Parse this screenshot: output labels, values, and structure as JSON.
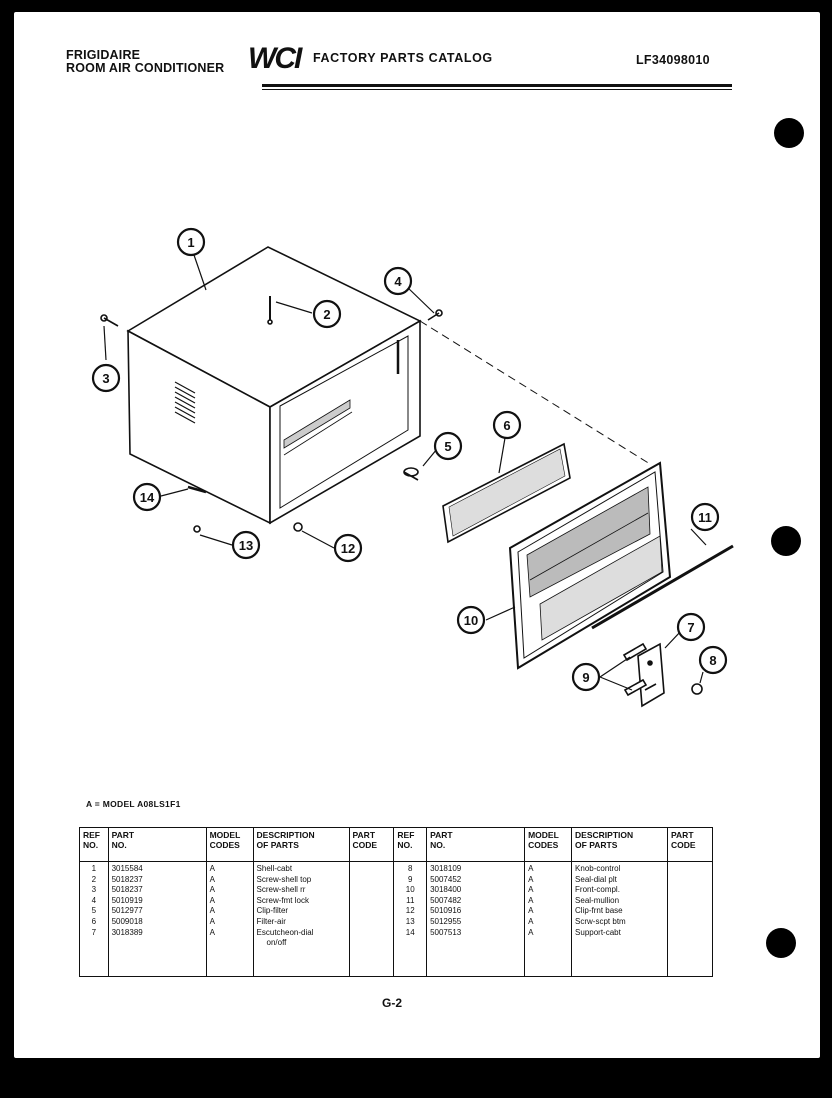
{
  "header": {
    "brand": "FRIGIDAIRE",
    "product": "ROOM AIR CONDITIONER",
    "logo": "WCI",
    "catalog_title": "FACTORY PARTS CATALOG",
    "catalog_number": "LF34098010"
  },
  "diagram": {
    "callouts": [
      "1",
      "2",
      "3",
      "4",
      "5",
      "6",
      "7",
      "8",
      "9",
      "10",
      "11",
      "12",
      "13",
      "14"
    ]
  },
  "legend": "A = MODEL A08LS1F1",
  "table": {
    "headers": {
      "ref": "REF\nNO.",
      "part": "PART\nNO.",
      "model": "MODEL\nCODES",
      "desc": "DESCRIPTION\nOF PARTS",
      "code": "PART\nCODE"
    },
    "left_rows": [
      {
        "ref": "1",
        "part": "3015584",
        "model": "A",
        "desc": "Shell-cabt"
      },
      {
        "ref": "2",
        "part": "5018237",
        "model": "A",
        "desc": "Screw-shell top"
      },
      {
        "ref": "3",
        "part": "5018237",
        "model": "A",
        "desc": "Screw-shell rr"
      },
      {
        "ref": "4",
        "part": "5010919",
        "model": "A",
        "desc": "Screw-fmt lock"
      },
      {
        "ref": "5",
        "part": "5012977",
        "model": "A",
        "desc": "Clip-filter"
      },
      {
        "ref": "6",
        "part": "5009018",
        "model": "A",
        "desc": "Filter-air"
      },
      {
        "ref": "7",
        "part": "3018389",
        "model": "A",
        "desc": "Escutcheon-dial"
      },
      {
        "ref": "",
        "part": "",
        "model": "",
        "desc": "on/off"
      }
    ],
    "right_rows": [
      {
        "ref": "8",
        "part": "3018109",
        "model": "A",
        "desc": "Knob-control"
      },
      {
        "ref": "9",
        "part": "5007452",
        "model": "A",
        "desc": "Seal-dial plt"
      },
      {
        "ref": "10",
        "part": "3018400",
        "model": "A",
        "desc": "Front-compl."
      },
      {
        "ref": "11",
        "part": "5007482",
        "model": "A",
        "desc": "Seal-mullion"
      },
      {
        "ref": "12",
        "part": "5010916",
        "model": "A",
        "desc": "Clip-frnt base"
      },
      {
        "ref": "13",
        "part": "5012955",
        "model": "A",
        "desc": "Scrw-scpt btm"
      },
      {
        "ref": "14",
        "part": "5007513",
        "model": "A",
        "desc": "Support-cabt"
      }
    ]
  },
  "page_number": "G-2"
}
